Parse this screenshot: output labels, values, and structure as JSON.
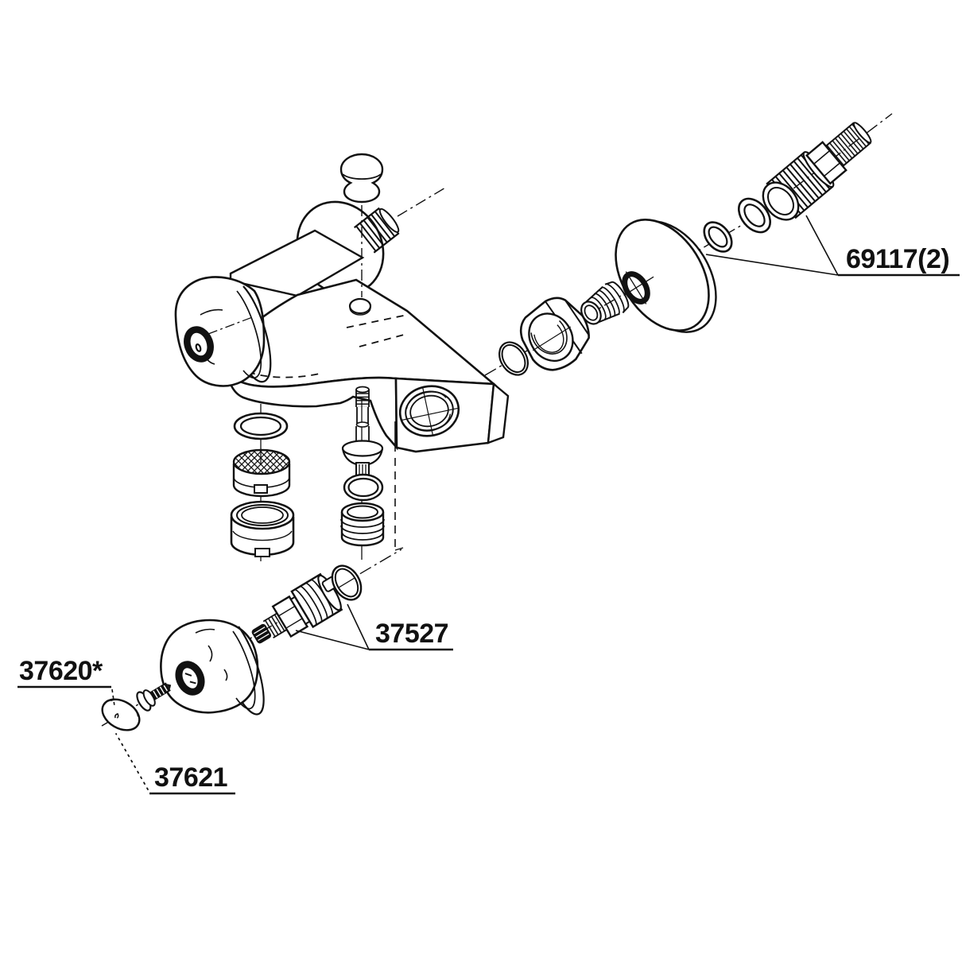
{
  "diagram": {
    "type": "exploded-parts-diagram",
    "background": "#ffffff",
    "ink": "#111111",
    "labels": [
      {
        "id": "69117",
        "text": "69117(2)"
      },
      {
        "id": "37527",
        "text": "37527"
      },
      {
        "id": "37620",
        "text": "37620*"
      },
      {
        "id": "37621",
        "text": "37621"
      }
    ],
    "parts": [
      "top-cap-button",
      "shower-port-nipple",
      "body-backplate",
      "valve-boss",
      "faucet-body",
      "attached-handle-knob",
      "spout-washer",
      "aerator-insert",
      "aerator-housing",
      "diverter-stem",
      "diverter-o-ring",
      "diverter-bushing",
      "slip-ring",
      "coupling-nut",
      "threaded-adapter",
      "wall-flange",
      "friction-washer-1",
      "friction-washer-2",
      "supply-union-fitting",
      "valve-cartridge",
      "cartridge-o-ring",
      "handle-knob",
      "handle-screw",
      "handle-index-cap"
    ]
  }
}
